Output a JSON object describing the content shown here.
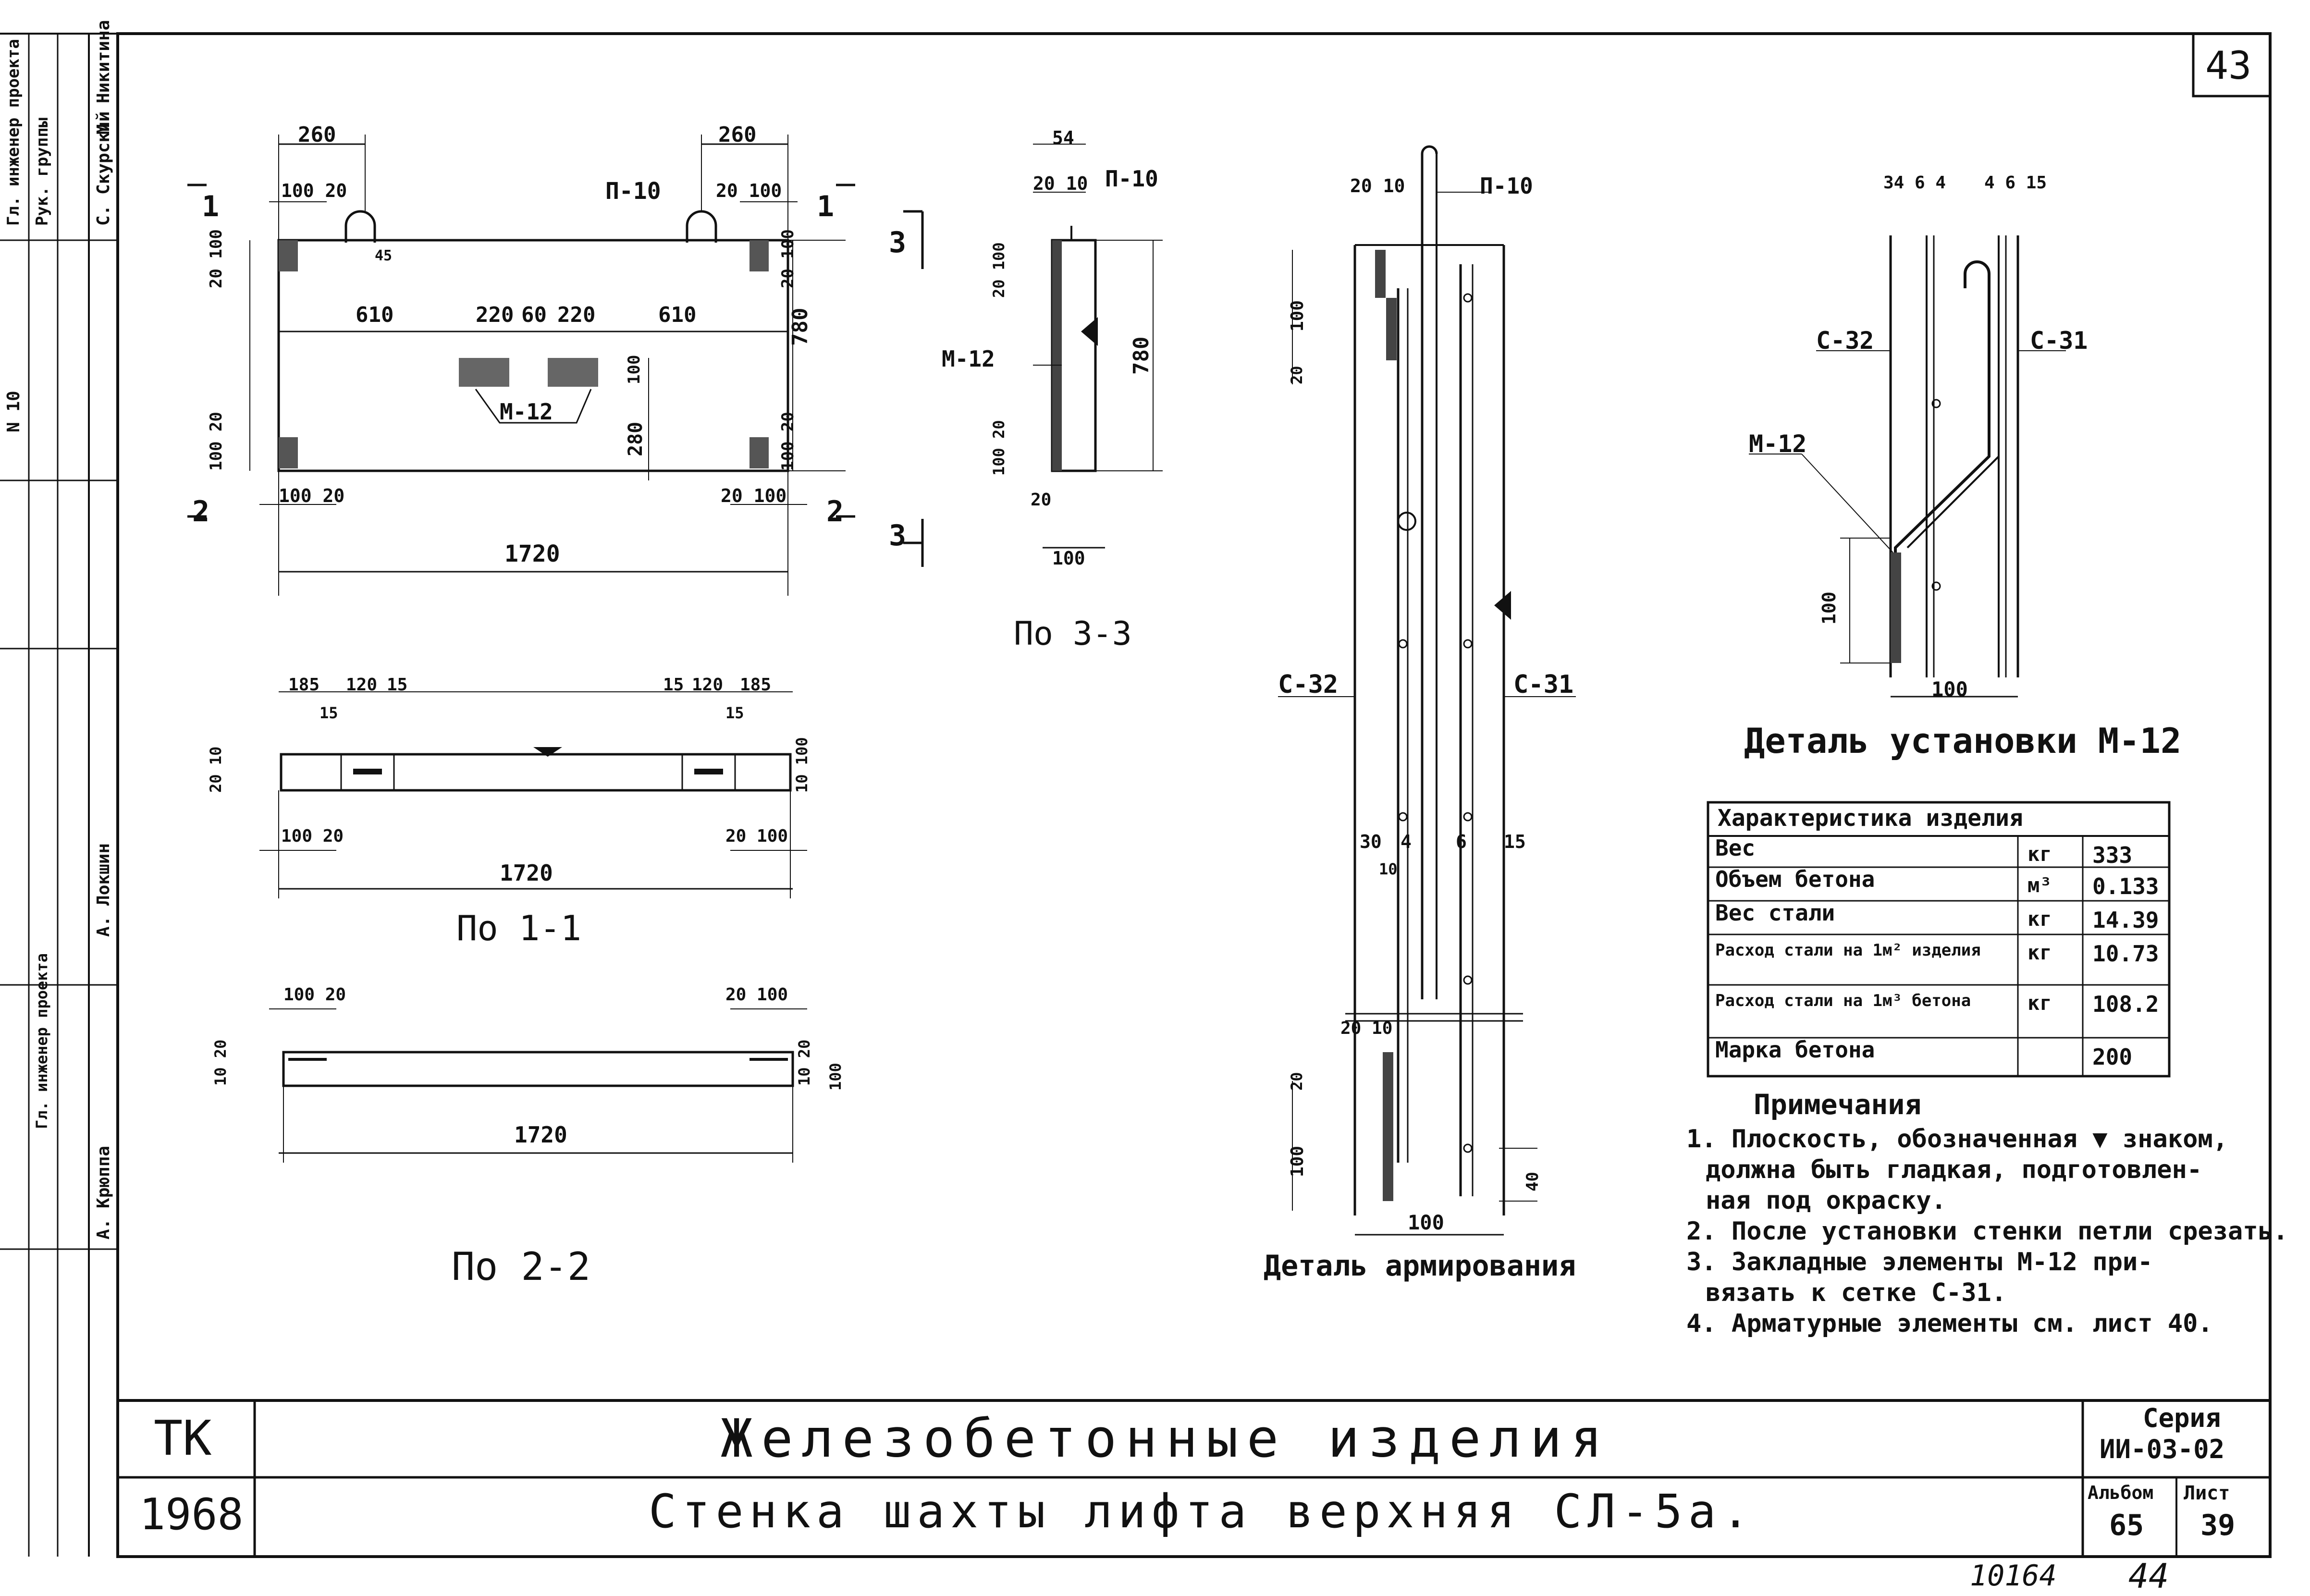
{
  "sheet_number": "43",
  "left_strip": {
    "role_chief_engineer": "Гл. инженер проекта",
    "role_group_leader": "Рук. группы",
    "role_engineer": "Гл. инженер проекта",
    "name_1": "М. Никитина",
    "name_2": "С. Скурский",
    "name_3": "А. Локшин",
    "name_4": "А. Крюппа",
    "code": "N 10"
  },
  "front_view": {
    "top_dim_left": "260",
    "top_dim_right": "260",
    "dim_100_20_left": "100 20",
    "dim_20_100_right": "20 100",
    "loop_label_left": "П-10",
    "loop_label_right": "П-10",
    "dim_45": "45",
    "inner_dims": [
      "610",
      "220",
      "60",
      "220",
      "610"
    ],
    "height_dim": "780",
    "height_lower": "280",
    "small_100": "100",
    "insert_label": "М-12",
    "left_20_100_top": "20 100",
    "left_100_20_bottom": "100 20",
    "right_20_100_top": "20 100",
    "right_100_20_bottom": "100 20",
    "bottom_left_dim": "100 20",
    "bottom_right_dim": "20 100",
    "overall_length": "1720",
    "section_1": "1",
    "section_2": "2",
    "section_3": "3"
  },
  "section_3_3": {
    "title": "По 3-3",
    "top_dim": "54",
    "dim_20_10": "20 10",
    "loop_label": "П-10",
    "insert_label": "М-12",
    "height": "780",
    "dim_20_100": "20 100",
    "dim_100_20": "100 20",
    "bottom_dim_20": "20",
    "bottom_width": "100"
  },
  "section_1_1": {
    "title": "По 1-1",
    "top_dims_left": [
      "185",
      "120",
      "15"
    ],
    "top_dims_right": [
      "15",
      "120",
      "185"
    ],
    "sub_15_left": "15",
    "sub_15_right": "15",
    "left_side": "20 10",
    "right_side": "10 100",
    "bottom_left": "100 20",
    "bottom_right": "20 100",
    "overall_length": "1720"
  },
  "section_2_2": {
    "title": "По 2-2",
    "top_left": "100 20",
    "top_right": "20 100",
    "left_side": "10 20",
    "right_side": "10 20",
    "right_100": "100",
    "overall_length": "1720"
  },
  "reinforcement_detail": {
    "title": "Деталь армирования",
    "top_dim": "20 10",
    "loop_label": "П-10",
    "mesh_left": "С-32",
    "mesh_right": "С-31",
    "dim_100": "100",
    "dim_20": "20",
    "mid_dims": [
      "30",
      "4",
      "6",
      "15"
    ],
    "mid_10": "10",
    "lower_dims": "20 10",
    "lower_20": "20",
    "lower_100": "100",
    "lower_40": "40",
    "bottom_width": "100"
  },
  "insert_detail": {
    "title": "Деталь установки М-12",
    "top_dims_left": "34 6 4",
    "top_dims_right": "4 6 15",
    "mesh_left": "С-32",
    "mesh_right": "С-31",
    "insert_label": "М-12",
    "dim_100_vertical": "100",
    "bottom_width": "100"
  },
  "characteristics": {
    "header": "Характеристика изделия",
    "rows": [
      {
        "name": "Вес",
        "unit": "кг",
        "value": "333"
      },
      {
        "name": "Объем бетона",
        "unit": "м³",
        "value": "0.133"
      },
      {
        "name": "Вес стали",
        "unit": "кг",
        "value": "14.39"
      },
      {
        "name": "Расход стали на 1м² изделия",
        "unit": "кг",
        "value": "10.73"
      },
      {
        "name": "Расход стали на 1м³ бетона",
        "unit": "кг",
        "value": "108.2"
      },
      {
        "name": "Марка бетона",
        "unit": "",
        "value": "200"
      }
    ]
  },
  "notes": {
    "title": "Примечания",
    "items": [
      "1. Плоскость, обозначенная ▼ знаком,",
      "должна быть гладкая, подготовлен-",
      "ная под окраску.",
      "2. После установки стенки петли срезать.",
      "3. Закладные элементы М-12 при-",
      "вязать к сетке С-31.",
      "4. Арматурные элементы см. лист 40."
    ]
  },
  "title_block": {
    "org": "ТК",
    "year": "1968",
    "title_main": "Железобетонные изделия",
    "title_sub": "Стенка шахты лифта верхняя СЛ-5а.",
    "series_label": "Серия",
    "series_value": "ИИ-03-02",
    "album_label": "Альбом",
    "album_value": "65",
    "sheet_label": "Лист",
    "sheet_value": "39"
  },
  "bottom_numbers": {
    "left": "10164",
    "right": "44"
  }
}
